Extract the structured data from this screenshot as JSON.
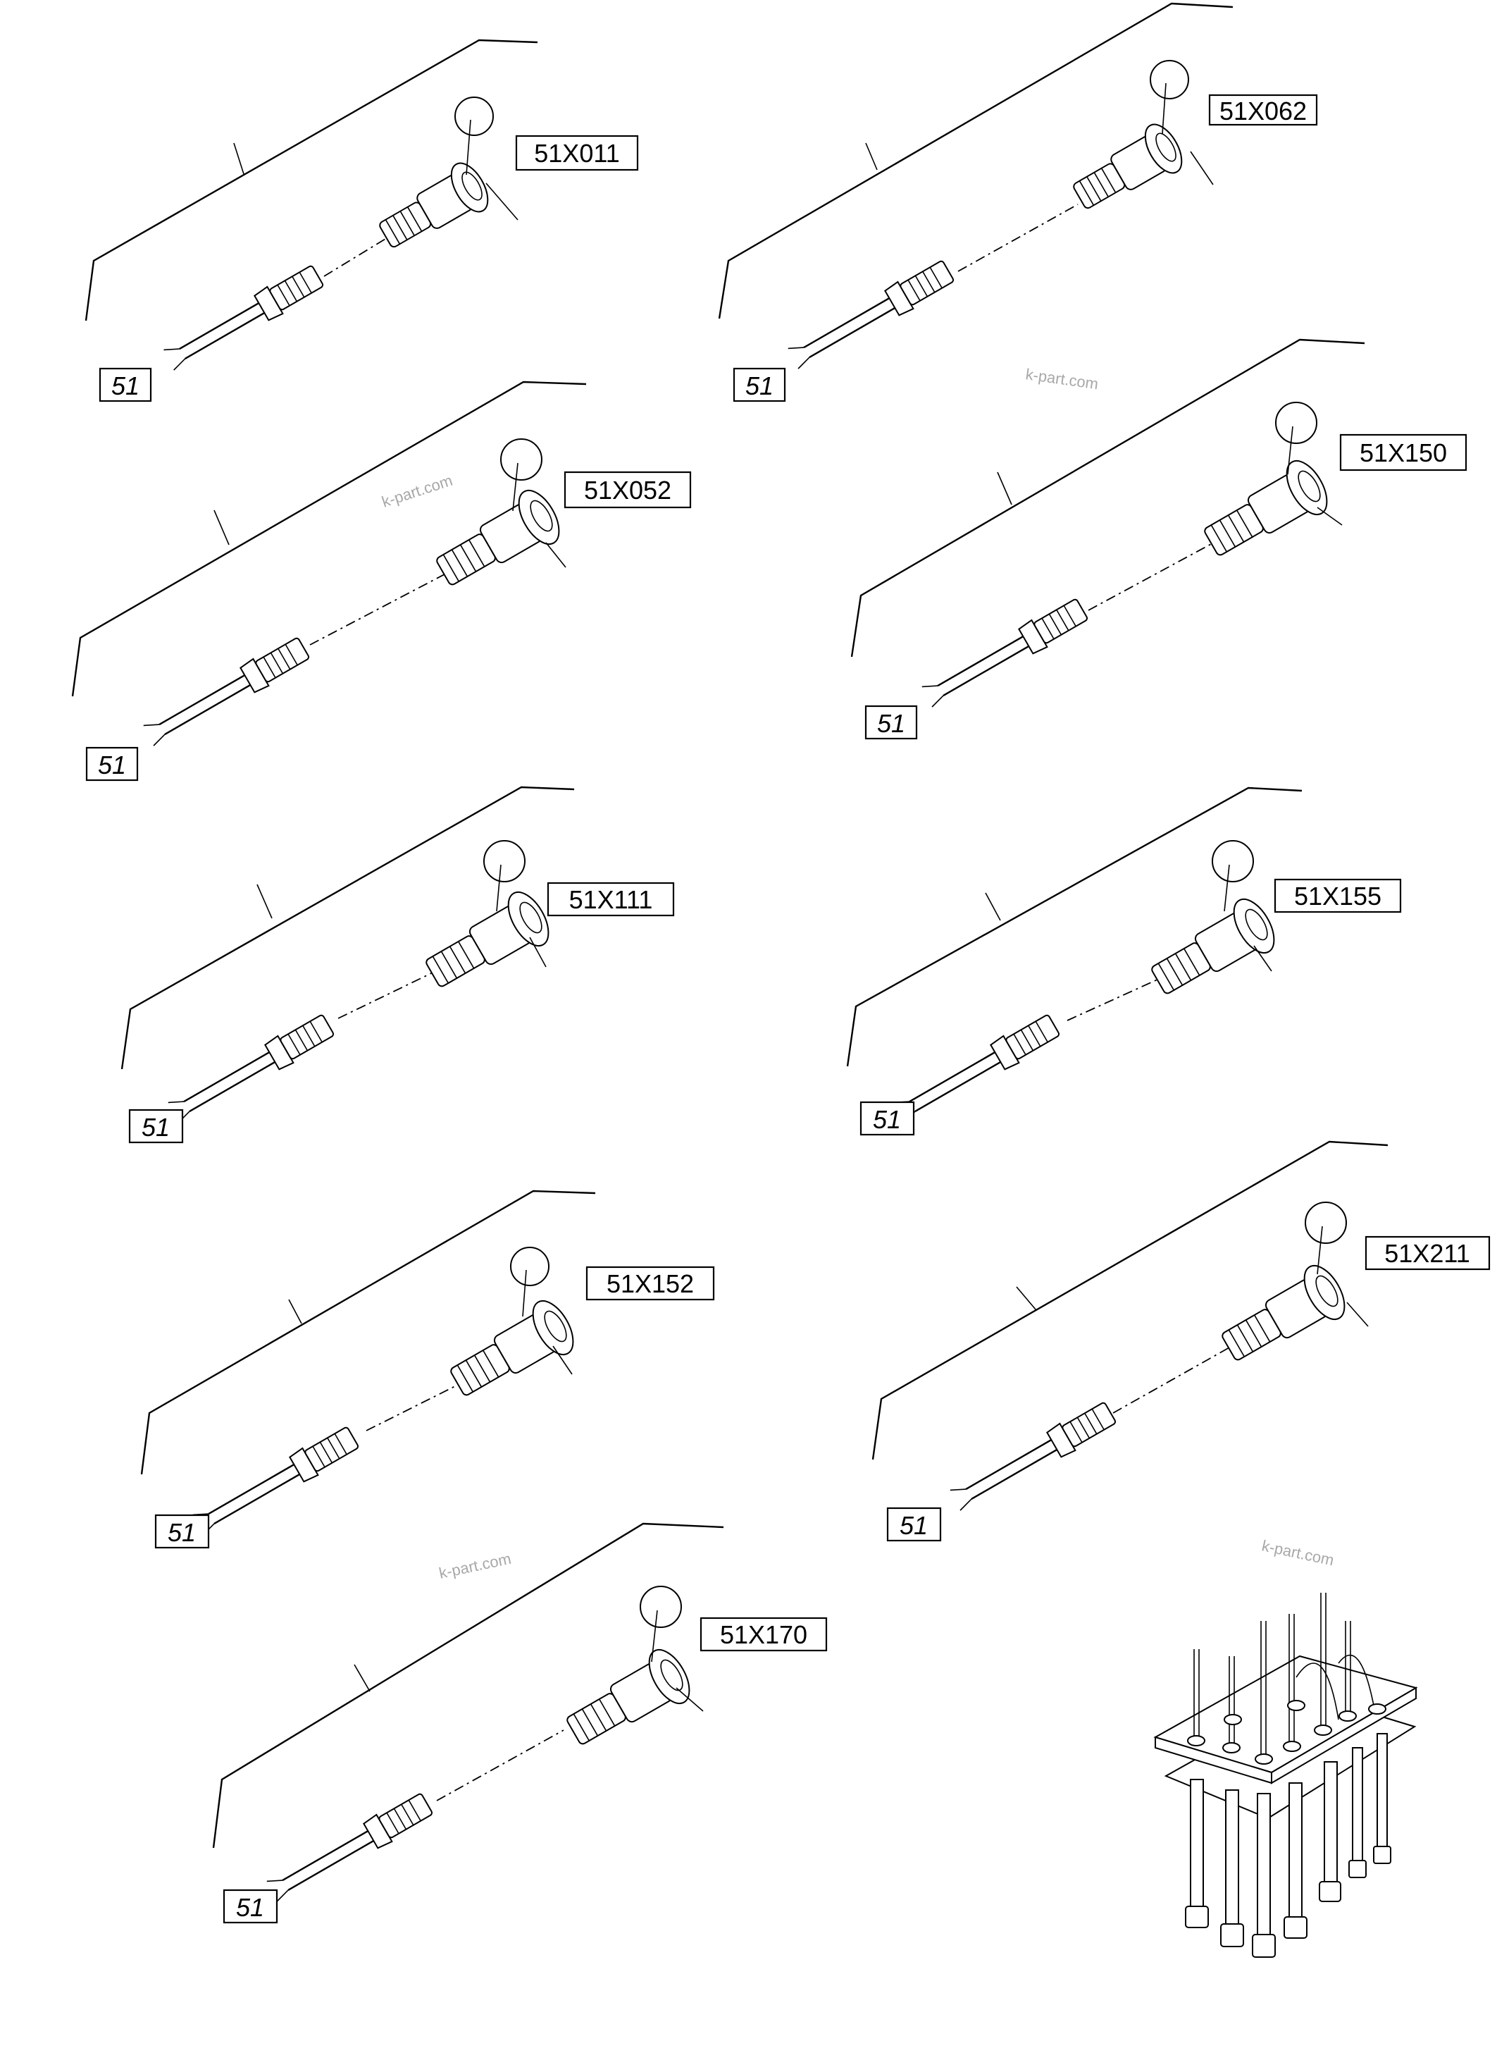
{
  "callouts": [
    {
      "part": "51X011",
      "wire": "51"
    },
    {
      "part": "51X062",
      "wire": "51"
    },
    {
      "part": "51X052",
      "wire": "51"
    },
    {
      "part": "51X150",
      "wire": "51"
    },
    {
      "part": "51X111",
      "wire": "51"
    },
    {
      "part": "51X155",
      "wire": "51"
    },
    {
      "part": "51X152",
      "wire": "51"
    },
    {
      "part": "51X211",
      "wire": "51"
    },
    {
      "part": "51X170",
      "wire": "51"
    }
  ],
  "watermarks": [
    "k-part.com",
    "k-part.com",
    "k-part.com",
    "k-part.com"
  ]
}
